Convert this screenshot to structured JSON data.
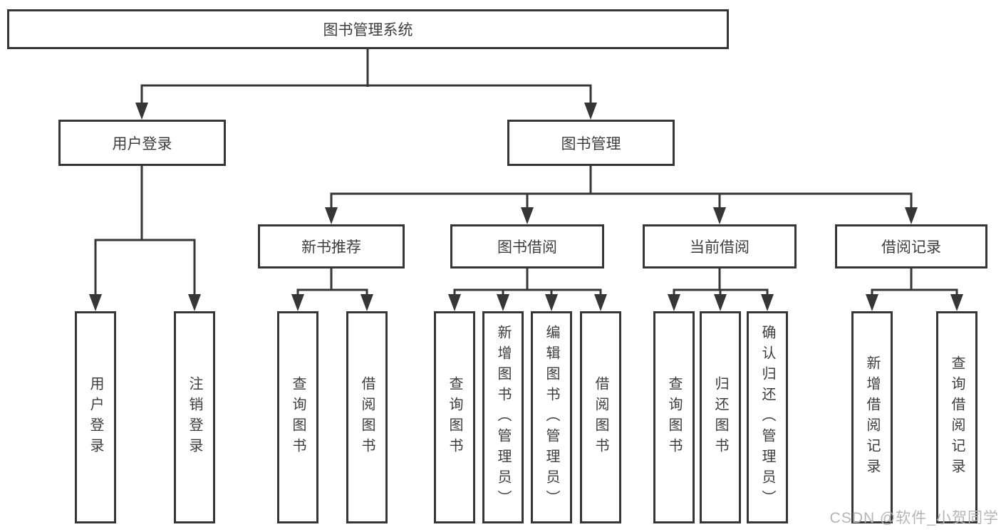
{
  "diagram": {
    "title": "图书管理系统",
    "tree": {
      "label": "图书管理系统",
      "children": [
        {
          "label": "用户登录",
          "children": [
            {
              "label": "用户登录"
            },
            {
              "label": "注销登录"
            }
          ]
        },
        {
          "label": "图书管理",
          "children": [
            {
              "label": "新书推荐",
              "children": [
                {
                  "label": "查询图书"
                },
                {
                  "label": "借阅图书"
                }
              ]
            },
            {
              "label": "图书借阅",
              "children": [
                {
                  "label": "查询图书"
                },
                {
                  "label": "新增图书（管理员）"
                },
                {
                  "label": "编辑图书（管理员）"
                },
                {
                  "label": "借阅图书"
                }
              ]
            },
            {
              "label": "当前借阅",
              "children": [
                {
                  "label": "查询图书"
                },
                {
                  "label": "归还图书"
                },
                {
                  "label": "确认归还（管理员）"
                }
              ]
            },
            {
              "label": "借阅记录",
              "children": [
                {
                  "label": "新增借阅记录"
                },
                {
                  "label": "查询借阅记录"
                }
              ]
            }
          ]
        }
      ]
    },
    "watermark": "CSDN @软件_小贺同学",
    "colors": {
      "line": "#363636",
      "box_border": "#363636",
      "text": "#3d3d3d",
      "watermark": "#b5b5b5",
      "background": "#ffffff"
    }
  }
}
